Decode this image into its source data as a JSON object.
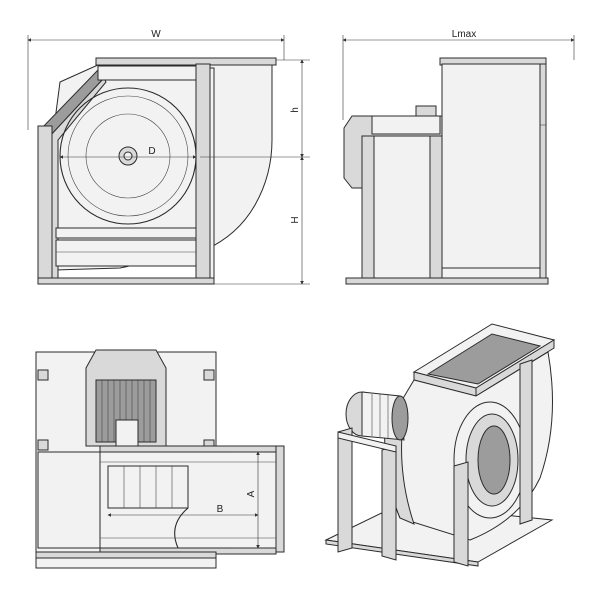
{
  "views": {
    "front": {
      "dim_width": "W",
      "dim_diameter": "D",
      "dim_h": "h",
      "dim_H": "H"
    },
    "side": {
      "dim_length": "Lmax"
    },
    "top": {
      "dim_A": "A",
      "dim_B": "B"
    },
    "isometric": {}
  },
  "colors": {
    "line": "#2b2b2b",
    "light_fill": "#f2f2f2",
    "mid_fill": "#d9d9d9",
    "dark_fill": "#9c9c9c"
  }
}
